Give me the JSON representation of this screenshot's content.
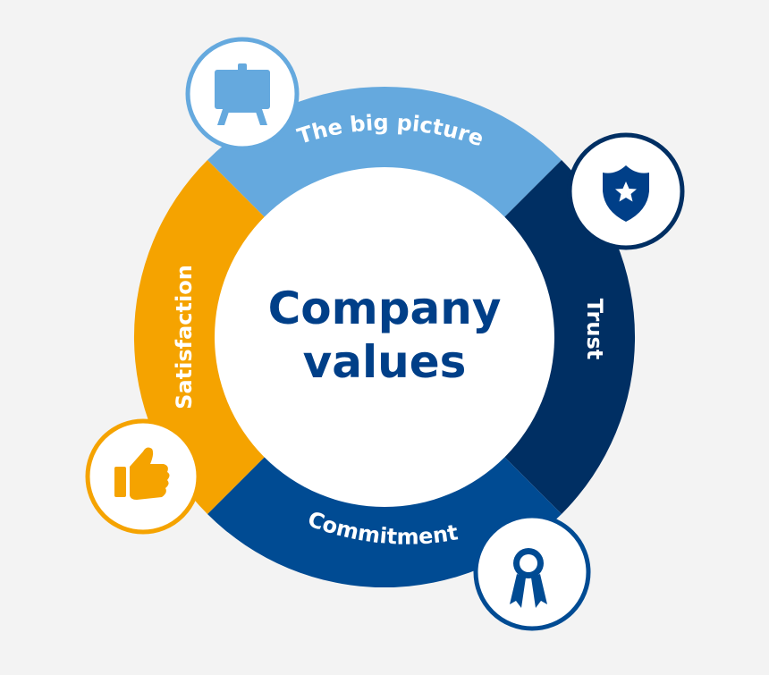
{
  "center": {
    "line1": "Company",
    "line2": "values"
  },
  "segments": [
    {
      "key": "big-picture",
      "label": "The big picture",
      "color": "#65a9de",
      "icon": "easel-icon"
    },
    {
      "key": "trust",
      "label": "Trust",
      "color": "#002f63",
      "icon": "shield-star-icon"
    },
    {
      "key": "commitment",
      "label": "Commitment",
      "color": "#004b93",
      "icon": "ribbon-award-icon"
    },
    {
      "key": "satisfaction",
      "label": "Satisfaction",
      "color": "#f5a300",
      "icon": "thumbs-up-icon"
    }
  ],
  "colors": {
    "background": "#f3f3f3",
    "center_fill": "#ffffff",
    "center_text": "#003f88",
    "segment_text": "#ffffff"
  }
}
